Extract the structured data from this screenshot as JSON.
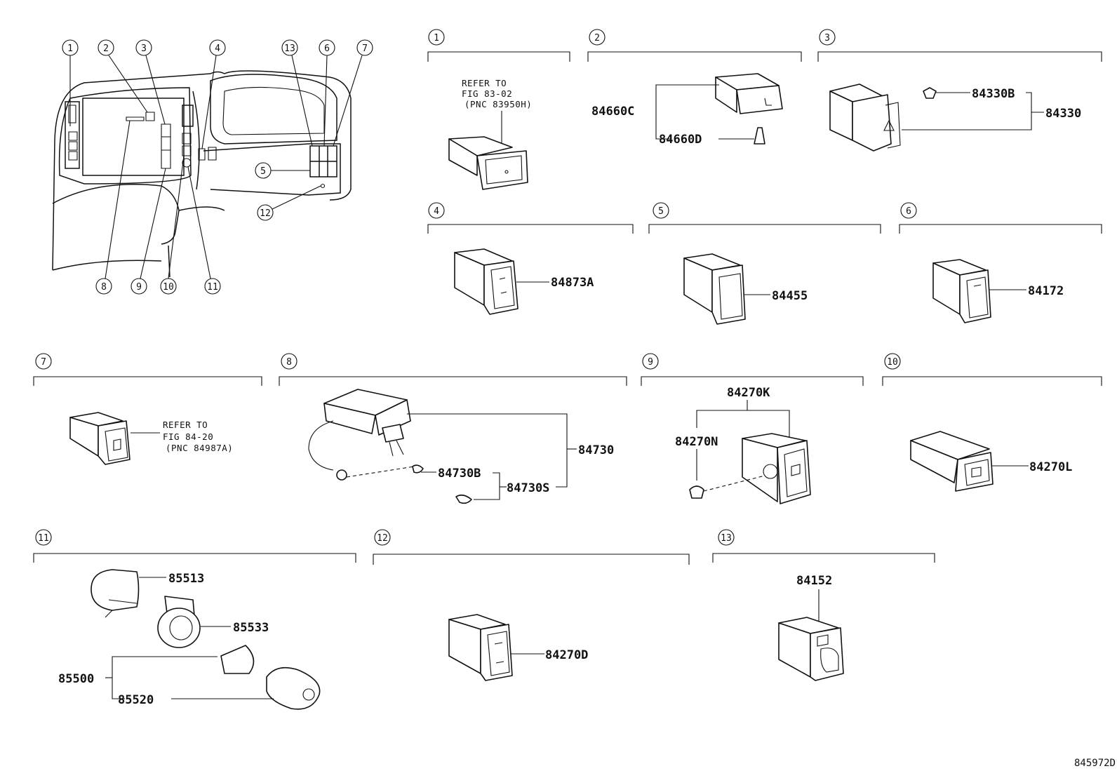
{
  "figure_id": "845972D",
  "sections": [
    {
      "num": "1",
      "labels": [
        "REFER TO",
        "FIG 83-02",
        "(PNC 83950H)"
      ]
    },
    {
      "num": "2",
      "labels": [
        "84660C",
        "84660D"
      ]
    },
    {
      "num": "3",
      "labels": [
        "84330B",
        "84330"
      ]
    },
    {
      "num": "4",
      "labels": [
        "84873A"
      ]
    },
    {
      "num": "5",
      "labels": [
        "84455"
      ]
    },
    {
      "num": "6",
      "labels": [
        "84172"
      ]
    },
    {
      "num": "7",
      "labels": [
        "REFER TO",
        "FIG 84-20",
        "(PNC 84987A)"
      ]
    },
    {
      "num": "8",
      "labels": [
        "84730",
        "84730B",
        "84730S"
      ]
    },
    {
      "num": "9",
      "labels": [
        "84270K",
        "84270N"
      ]
    },
    {
      "num": "10",
      "labels": [
        "84270L"
      ]
    },
    {
      "num": "11",
      "labels": [
        "85513",
        "85533",
        "85500",
        "85520"
      ]
    },
    {
      "num": "12",
      "labels": [
        "84270D"
      ]
    },
    {
      "num": "13",
      "labels": [
        "84152"
      ]
    }
  ],
  "overview_callouts": [
    "1",
    "2",
    "3",
    "4",
    "13",
    "6",
    "7",
    "5",
    "12",
    "8",
    "9",
    "10",
    "11"
  ]
}
